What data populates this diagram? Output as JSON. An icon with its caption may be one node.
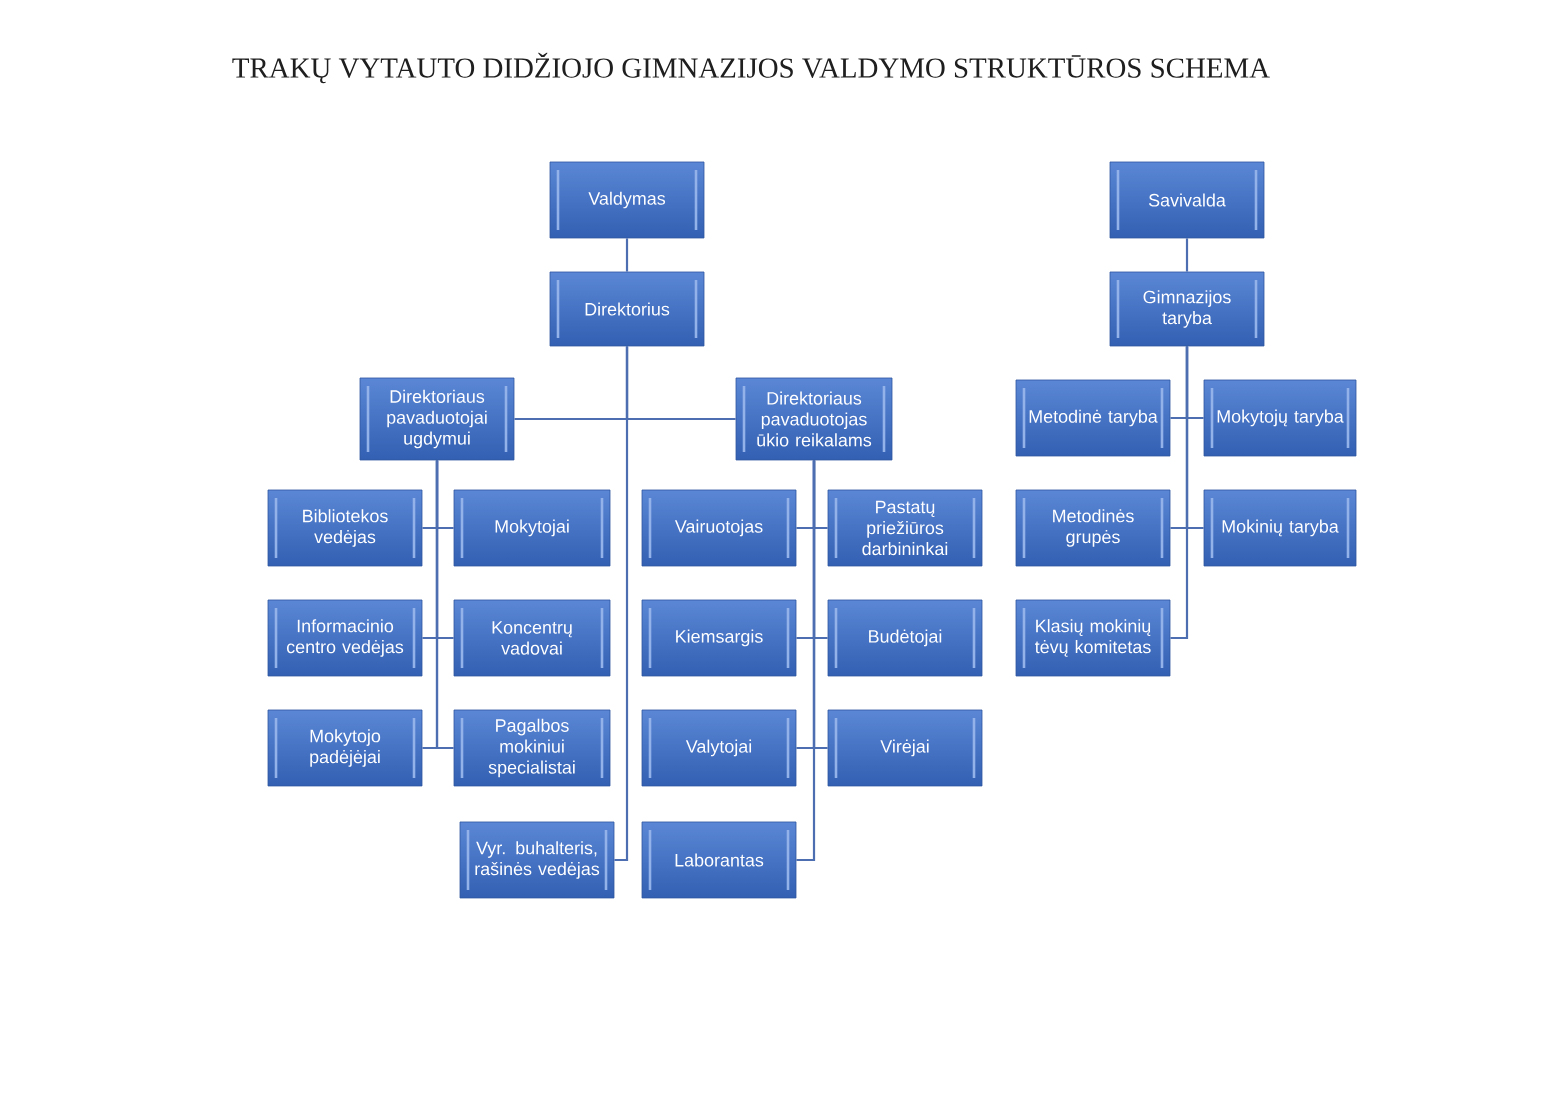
{
  "diagram": {
    "title": "TRAKŲ VYTAUTO DIDŽIOJO GIMNAZIJOS VALDYMO STRUKTŪROS SCHEMA",
    "nodes": [
      {
        "text": [
          "Valdymas"
        ]
      },
      {
        "text": [
          "Direktorius"
        ]
      },
      {
        "text": [
          "Direktoriaus pavaduotojai ugdymui"
        ]
      },
      {
        "text": [
          "Direktoriaus pavaduotojas ūkio reikalams"
        ]
      },
      {
        "text": [
          "Bibliotekos vedėjas"
        ]
      },
      {
        "text": [
          "Mokytojai"
        ]
      },
      {
        "text": [
          "Informacinio centro vedėjas"
        ]
      },
      {
        "text": [
          "Koncentrų vadovai"
        ]
      },
      {
        "text": [
          "Mokytojo padėjėjai"
        ]
      },
      {
        "text": [
          "Pagalbos mokiniui specialistai"
        ]
      },
      {
        "text": [
          "Vyr. buhalteris, rašinės vedėjas"
        ]
      },
      {
        "text": [
          "Vairuotojas"
        ]
      },
      {
        "text": [
          "Pastatų priežiūros darbininkai"
        ]
      },
      {
        "text": [
          "Kiemsargis"
        ]
      },
      {
        "text": [
          "Budėtojai"
        ]
      },
      {
        "text": [
          "Valytojai"
        ]
      },
      {
        "text": [
          "Virėjai"
        ]
      },
      {
        "text": [
          "Laborantas"
        ]
      },
      {
        "text": [
          "Savivalda"
        ]
      },
      {
        "text": [
          "Gimnazijos taryba"
        ]
      },
      {
        "text": [
          "Metodinė taryba"
        ]
      },
      {
        "text": [
          "Mokytojų taryba"
        ]
      },
      {
        "text": [
          "Metodinės grupės"
        ]
      },
      {
        "text": [
          "Mokinių taryba"
        ]
      },
      {
        "text": [
          "Klasių mokinių tėvų komitetas"
        ]
      }
    ],
    "edges": [
      {
        "from": 0,
        "to": 1,
        "arrow": "none"
      },
      {
        "from": 1,
        "to": 2,
        "arrow": "none"
      },
      {
        "from": 1,
        "to": 3,
        "arrow": "none"
      },
      {
        "from": 1,
        "to": 10,
        "arrow": "none"
      },
      {
        "from": 2,
        "to": 4,
        "arrow": "none"
      },
      {
        "from": 2,
        "to": 5,
        "arrow": "none"
      },
      {
        "from": 2,
        "to": 6,
        "arrow": "none"
      },
      {
        "from": 2,
        "to": 7,
        "arrow": "none"
      },
      {
        "from": 2,
        "to": 8,
        "arrow": "none"
      },
      {
        "from": 2,
        "to": 9,
        "arrow": "none"
      },
      {
        "from": 3,
        "to": 11,
        "arrow": "none"
      },
      {
        "from": 3,
        "to": 12,
        "arrow": "none"
      },
      {
        "from": 3,
        "to": 13,
        "arrow": "none"
      },
      {
        "from": 3,
        "to": 14,
        "arrow": "none"
      },
      {
        "from": 3,
        "to": 15,
        "arrow": "none"
      },
      {
        "from": 3,
        "to": 16,
        "arrow": "none"
      },
      {
        "from": 3,
        "to": 17,
        "arrow": "none"
      },
      {
        "from": 18,
        "to": 19,
        "arrow": "none"
      },
      {
        "from": 19,
        "to": 20,
        "arrow": "none"
      },
      {
        "from": 19,
        "to": 21,
        "arrow": "none"
      },
      {
        "from": 19,
        "to": 22,
        "arrow": "none"
      },
      {
        "from": 19,
        "to": 23,
        "arrow": "none"
      },
      {
        "from": 19,
        "to": 24,
        "arrow": "none"
      }
    ]
  }
}
